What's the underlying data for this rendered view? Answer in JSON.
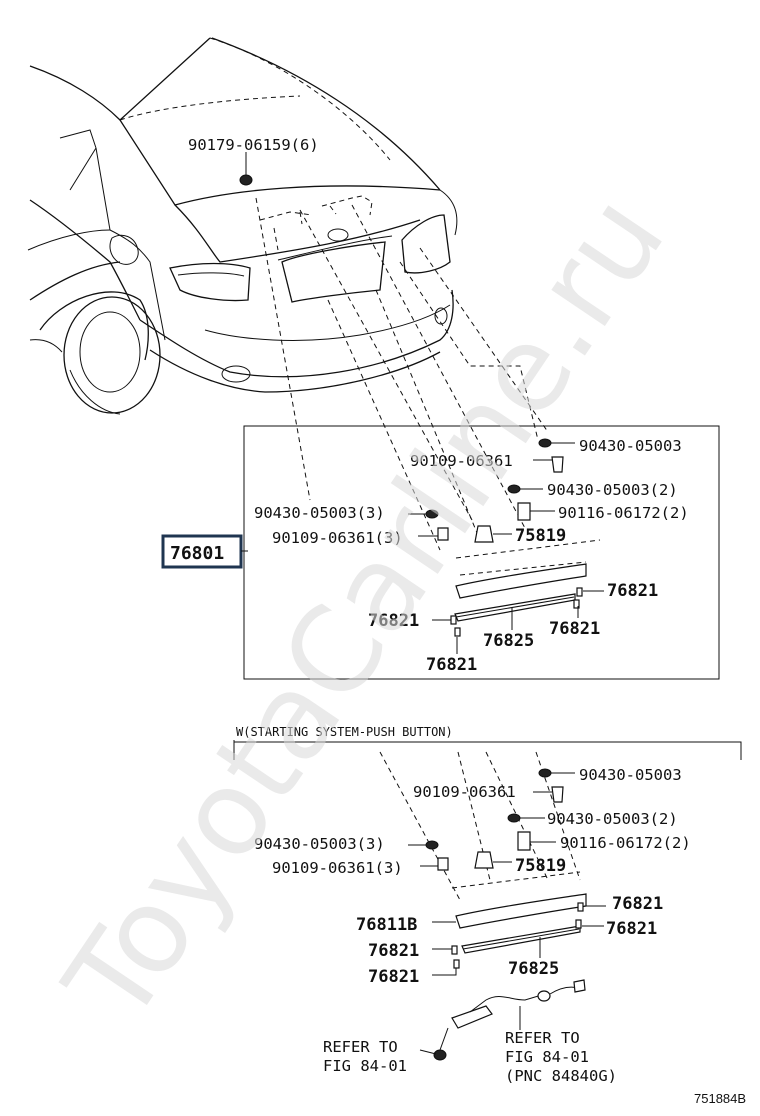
{
  "watermark": "ToyotaCarline.ru",
  "diagram_id": "751884B",
  "top_section": {
    "car_bolt_label": "90179-06159(6)",
    "assembly_box_label": "76801",
    "callouts": {
      "nut_a": "90430-05003",
      "bolt_a": "90109-06361",
      "nut_b": "90430-05003(2)",
      "nut_c": "90430-05003(3)",
      "screw_a": "90116-06172(2)",
      "bolt_b": "90109-06361(3)",
      "clip": "75819",
      "end_right_top": "76821",
      "end_left": "76821",
      "end_right_bottom": "76821",
      "end_bottom": "76821",
      "strip": "76825"
    }
  },
  "bottom_section": {
    "condition_label": "W(STARTING SYSTEM-PUSH BUTTON)",
    "callouts": {
      "nut_a": "90430-05003",
      "bolt_a": "90109-06361",
      "nut_b": "90430-05003(2)",
      "nut_c": "90430-05003(3)",
      "screw_a": "90116-06172(2)",
      "bolt_b": "90109-06361(3)",
      "clip": "75819",
      "garnish": "76811B",
      "end_right_top": "76821",
      "end_right": "76821",
      "end_left_top": "76821",
      "end_left_bottom": "76821",
      "strip": "76825"
    },
    "refer_left": {
      "line1": "REFER TO",
      "line2": "FIG 84-01"
    },
    "refer_right": {
      "line1": "REFER TO",
      "line2": "FIG 84-01",
      "line3": "(PNC 84840G)"
    }
  }
}
